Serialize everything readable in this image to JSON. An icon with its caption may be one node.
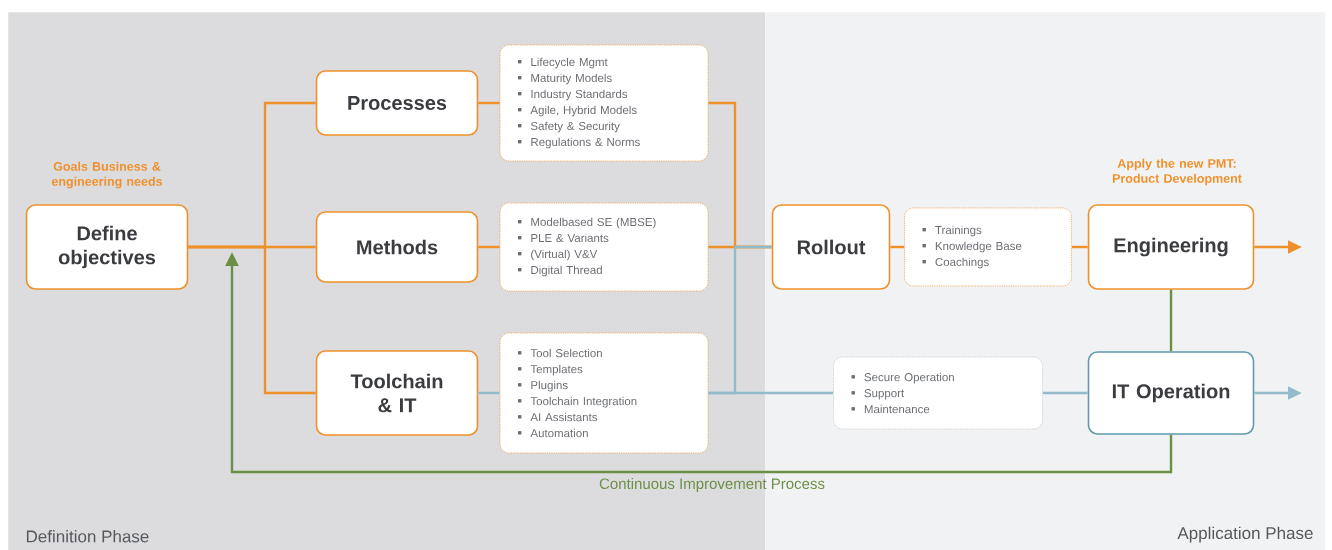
{
  "diagram": {
    "nodes": [
      {
        "text": [
          "Definition Phase"
        ]
      },
      {
        "text": [
          "Define objectives"
        ],
        "beside": [
          "Goals Business & engineering needs"
        ],
        "in": 0
      },
      {
        "text": [
          "Processes"
        ],
        "in": 0
      },
      {
        "text": [
          "Lifecycle Mgmt",
          "Maturity Models",
          "Industry Standards",
          "Agile, Hybrid Models",
          "Safety & Security",
          "Regulations & Norms"
        ],
        "in": 0
      },
      {
        "text": [
          "Methods"
        ],
        "in": 0
      },
      {
        "text": [
          "Modelbased SE (MBSE)",
          "PLE & Variants",
          "(Virtual) V&V",
          "Digital Thread"
        ],
        "in": 0
      },
      {
        "text": [
          "Toolchain & IT"
        ],
        "in": 0
      },
      {
        "text": [
          "Tool Selection",
          "Templates",
          "Plugins",
          "Toolchain Integration",
          "AI Assistants",
          "Automation"
        ],
        "in": 0
      },
      {
        "text": [
          "Application Phase"
        ]
      },
      {
        "text": [
          "Rollout"
        ],
        "in": 8
      },
      {
        "text": [
          "Trainings",
          "Knowledge Base",
          "Coachings"
        ],
        "in": 8
      },
      {
        "text": [
          "Engineering"
        ],
        "beside": [
          "Apply the new PMT: Product Development"
        ],
        "in": 8
      },
      {
        "text": [
          "Secure Operation",
          "Support",
          "Maintenance"
        ],
        "in": 8
      },
      {
        "text": [
          "IT Operation"
        ],
        "in": 8
      }
    ],
    "edges": [
      {
        "from": 1,
        "to": 2,
        "arrow": "none"
      },
      {
        "from": 1,
        "to": 4,
        "arrow": "none"
      },
      {
        "from": 1,
        "to": 6,
        "arrow": "none"
      },
      {
        "from": 2,
        "to": 3,
        "arrow": "none"
      },
      {
        "from": 4,
        "to": 5,
        "arrow": "none"
      },
      {
        "from": 6,
        "to": 7,
        "arrow": "none",
        "color": "#93bccb"
      },
      {
        "from": 3,
        "to": 9,
        "arrow": "none"
      },
      {
        "from": 5,
        "to": 9,
        "arrow": "none"
      },
      {
        "from": 7,
        "to": 12,
        "arrow": "none",
        "color": "#93bccb"
      },
      {
        "from": 7,
        "to": 9,
        "arrow": "none",
        "color": "#93bccb"
      },
      {
        "from": 9,
        "to": 10,
        "arrow": "none"
      },
      {
        "from": 10,
        "to": 11,
        "arrow": "none"
      },
      {
        "from": 11,
        "to": null,
        "arrow": "to"
      },
      {
        "from": 12,
        "to": 13,
        "arrow": "none",
        "color": "#93bccb"
      },
      {
        "from": 13,
        "to": null,
        "arrow": "to",
        "color": "#93bccb"
      },
      {
        "from": 11,
        "to": 13,
        "arrow": "none",
        "color": "#6b8f45"
      },
      {
        "from": 13,
        "to": null,
        "arrow": "to",
        "color": "#6b8f45",
        "label": "Continuous Improvement Process"
      }
    ]
  }
}
